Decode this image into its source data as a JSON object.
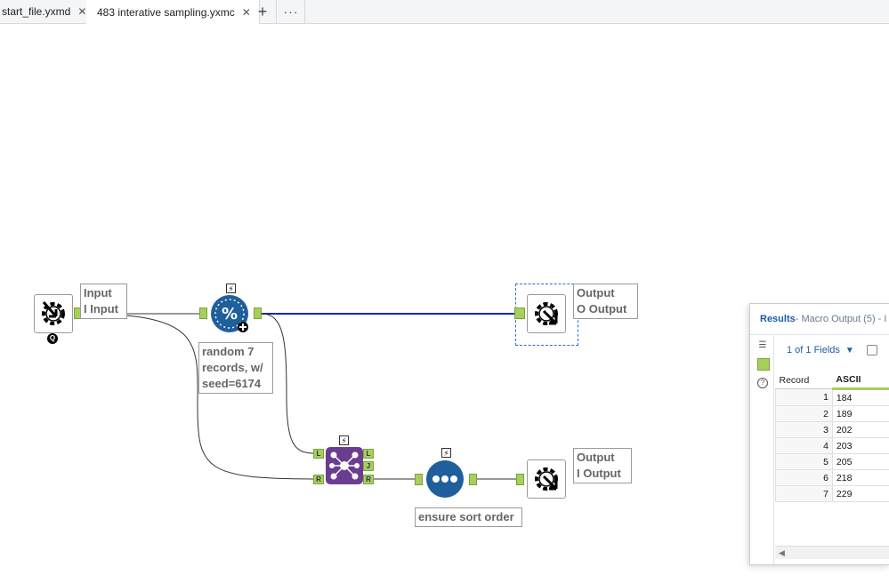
{
  "tabs": [
    {
      "label": "start_file.yxmd"
    },
    {
      "label": "483 interative sampling.yxmc"
    }
  ],
  "tab_buttons": {
    "add": "+",
    "more": "···"
  },
  "canvas": {
    "annotations": {
      "input": "Input\nI Input",
      "sample": "random 7\nrecords, w/\nseed=6174",
      "output_o": "Output\nO Output",
      "output_i": "Output\nI Output",
      "sort": "ensure sort order"
    },
    "join_anchors": [
      "L",
      "J",
      "R"
    ],
    "join_in_anchors": [
      "L",
      "R"
    ],
    "input_badge": "Q",
    "bolt": "⚡"
  },
  "results": {
    "title": "Results",
    "subtitle": " - Macro Output (5) - I",
    "fields_label": "1 of 1 Fields",
    "columns": [
      "Record",
      "ASCII"
    ],
    "rows": [
      {
        "record": "1",
        "ascii": "184"
      },
      {
        "record": "2",
        "ascii": "189"
      },
      {
        "record": "3",
        "ascii": "202"
      },
      {
        "record": "4",
        "ascii": "203"
      },
      {
        "record": "5",
        "ascii": "205"
      },
      {
        "record": "6",
        "ascii": "218"
      },
      {
        "record": "7",
        "ascii": "229"
      }
    ],
    "scroll_left": "◀"
  },
  "colors": {
    "anchor": "#a8cf5e",
    "wire_selected": "#1a2a9c",
    "sample_tool": "#1f5f9c",
    "join_tool": "#6b3d8f"
  }
}
